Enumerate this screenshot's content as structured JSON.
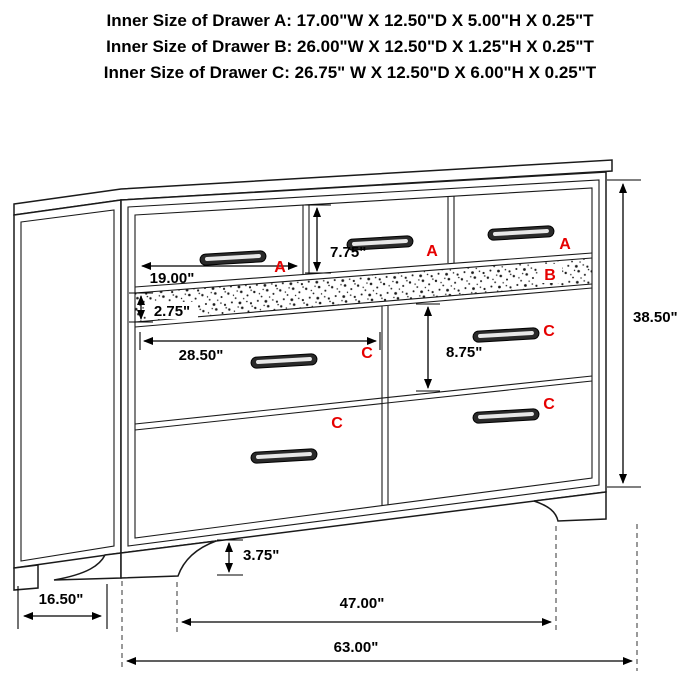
{
  "header": {
    "line1": "Inner Size of Drawer A: 17.00\"W X 12.50\"D X 5.00\"H X 0.25\"T",
    "line2": "Inner Size of Drawer B: 26.00\"W X 12.50\"D X 1.25\"H X 0.25\"T",
    "line3": "Inner Size of Drawer C: 26.75\" W X 12.50\"D X 6.00\"H X 0.25\"T"
  },
  "diagram": {
    "drawer_labels": {
      "top_left": "A",
      "top_middle": "A",
      "top_right": "A",
      "jewelry": "B",
      "middle_left": "C",
      "middle_right": "C",
      "bottom_right": "C",
      "bottom_left": "C"
    },
    "dimensions": {
      "top_left_drawer_width": "19.00\"",
      "top_drawer_height": "7.75\"",
      "jewelry_drawer_height": "2.75\"",
      "c_drawer_width": "28.50\"",
      "c_drawer_height": "8.75\"",
      "overall_height": "38.50\"",
      "leg_height": "3.75\"",
      "side_depth": "16.50\"",
      "leg_span_width": "47.00\"",
      "overall_width": "63.00\""
    },
    "colors": {
      "label_red": "#e60000",
      "line_black": "#000000"
    }
  }
}
